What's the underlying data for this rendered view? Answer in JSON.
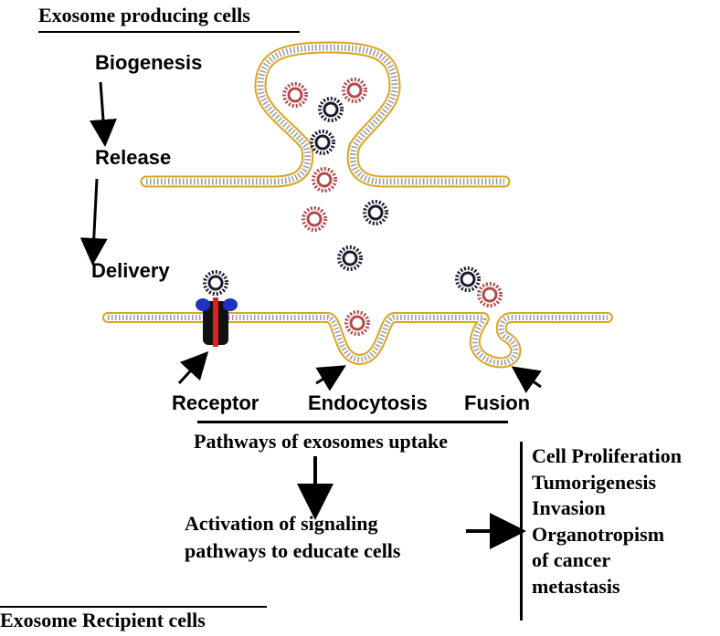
{
  "header": {
    "title": "Exosome producing cells"
  },
  "footer": {
    "title": "Exosome Recipient cells"
  },
  "steps": [
    "Biogenesis",
    "Release",
    "Delivery"
  ],
  "uptake": {
    "receptor": "Receptor",
    "endocytosis": "Endocytosis",
    "fusion": "Fusion",
    "caption": "Pathways of exosomes uptake"
  },
  "activation": {
    "line1": "Activation of signaling",
    "line2": "pathways to educate cells"
  },
  "outcomes": [
    "Cell Proliferation",
    "Tumorigenesis",
    "Invasion",
    "Organotropism",
    "of cancer",
    "metastasis"
  ],
  "colors": {
    "membrane_head": "#d9a520",
    "membrane_tail": "#9a9a9a",
    "vesicle_dark": "#1a1a2e",
    "vesicle_red": "#b04a4a",
    "receptor_red": "#e02020",
    "receptor_blue": "#2030c0",
    "receptor_body": "#111111"
  }
}
